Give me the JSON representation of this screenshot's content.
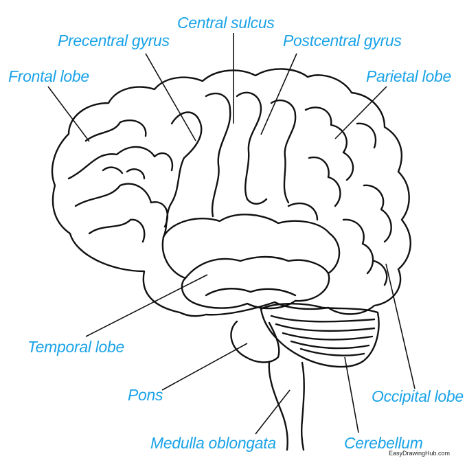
{
  "labels": {
    "central_sulcus": "Central sulcus",
    "precentral_gyrus": "Precentral gyrus",
    "postcentral_gyrus": "Postcentral gyrus",
    "frontal_lobe": "Frontal lobe",
    "parietal_lobe": "Parietal lobe",
    "temporal_lobe": "Temporal lobe",
    "pons": "Pons",
    "occipital_lobe": "Occipital lobe",
    "medulla_oblongata": "Medulla oblongata",
    "cerebellum": "Cerebellum"
  },
  "watermark": "EasyDrawingHub.com",
  "colors": {
    "label": "#1aa3e8",
    "outline": "#111111"
  }
}
